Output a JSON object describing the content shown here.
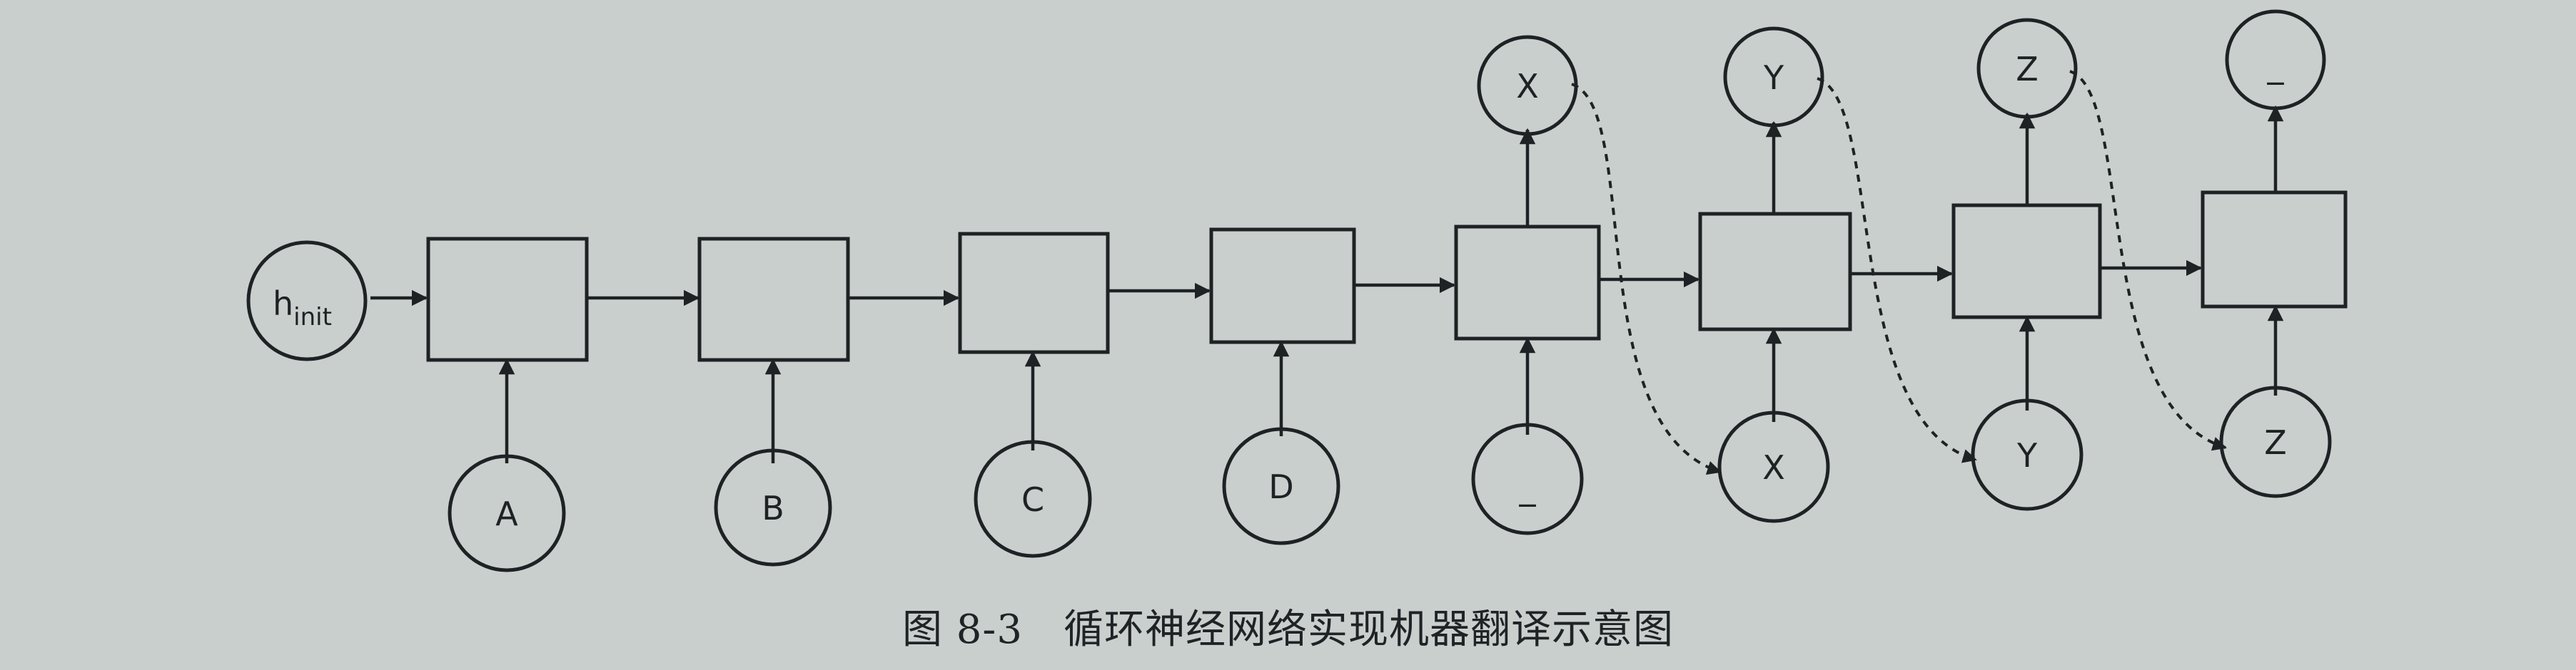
{
  "diagram": {
    "init_state": {
      "main": "h",
      "sub": "init"
    },
    "encoder_inputs": [
      "A",
      "B",
      "C",
      "D"
    ],
    "decoder_inputs": [
      "_",
      "X",
      "Y",
      "Z"
    ],
    "decoder_outputs": [
      "X",
      "Y",
      "Z",
      "_"
    ]
  },
  "caption": "图 8-3　循环神经网络实现机器翻译示意图",
  "colors": {
    "ink": "#1e2224",
    "paper": "#c9cfcd"
  }
}
